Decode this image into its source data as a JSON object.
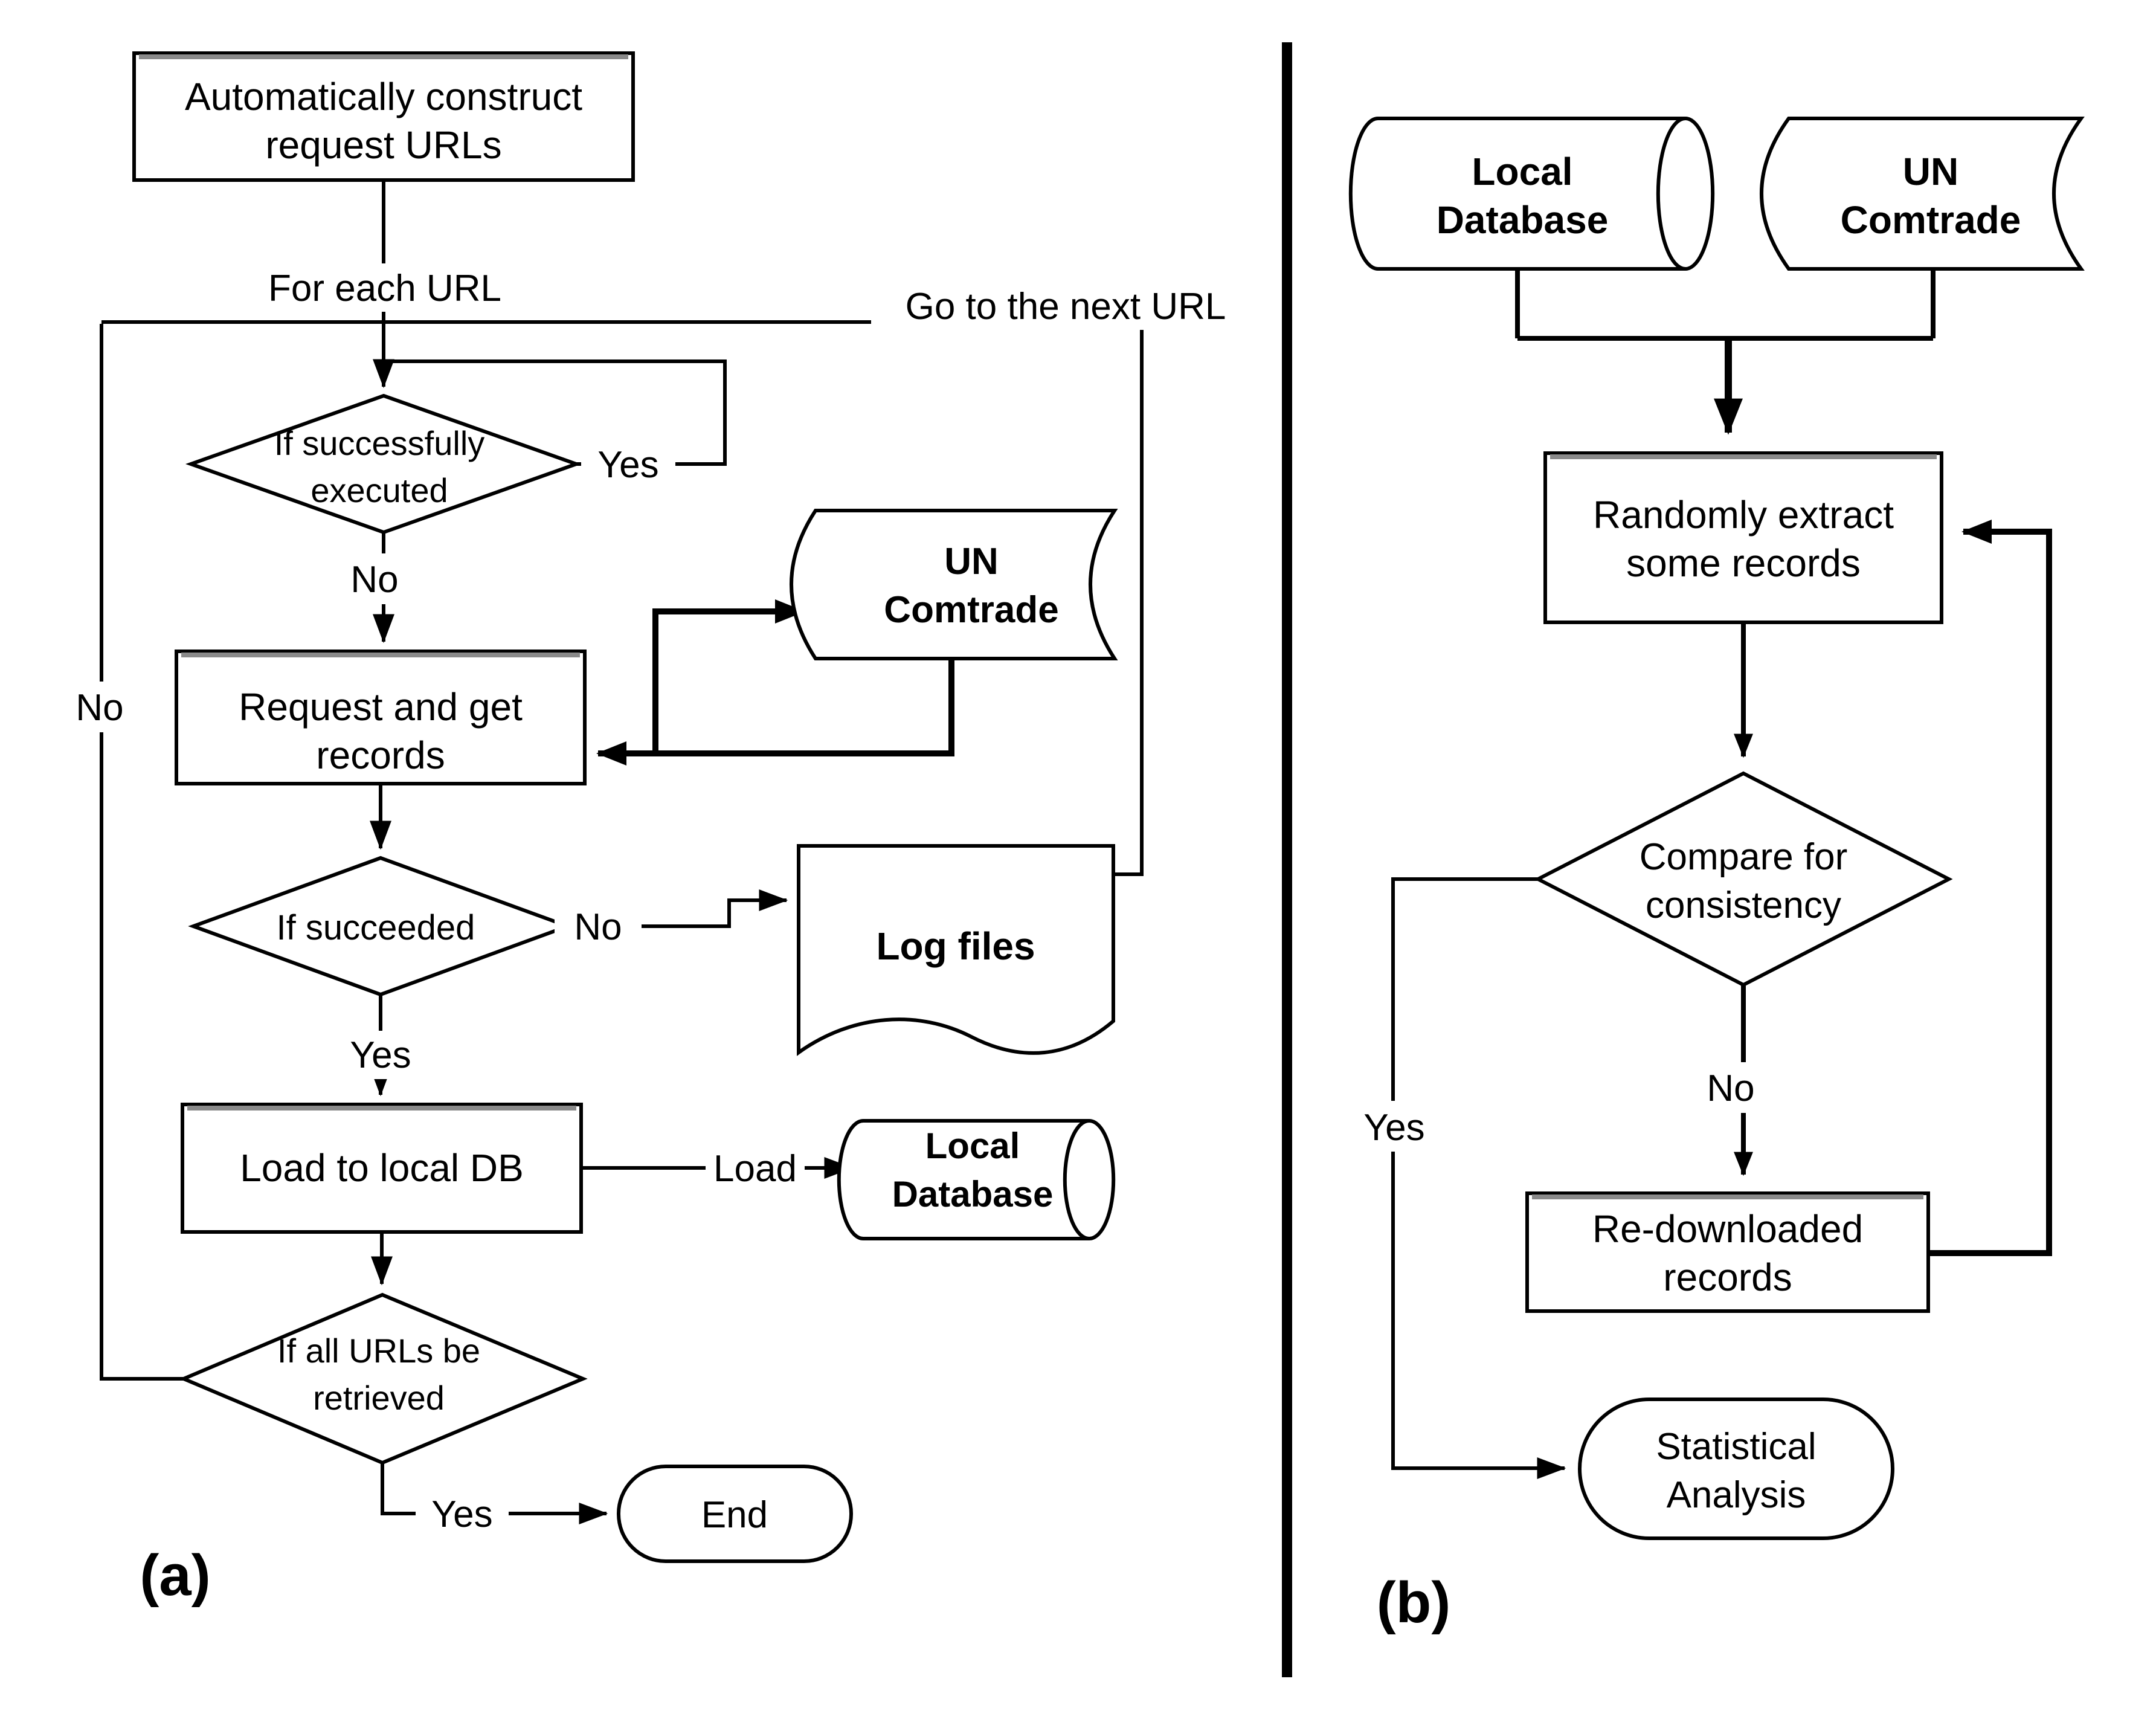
{
  "figure": {
    "type": "flowchart",
    "colors": {
      "ink": "#000000",
      "paper": "#ffffff",
      "shadow": "#8a8a8a"
    },
    "a": {
      "label": "(a)",
      "construct1": "Automatically construct",
      "construct2": "request URLs",
      "for_each": "For each URL",
      "go_next": "Go to the next URL",
      "if_exec1": "If successfully",
      "if_exec2": "executed",
      "yes_loop": "Yes",
      "no_down": "No",
      "req1": "Request and get",
      "req2": "records",
      "un1": "UN",
      "un2": "Comtrade",
      "if_succ": "If succeeded",
      "no_log": "No",
      "yes_down": "Yes",
      "log": "Log files",
      "load_box": "Load to local DB",
      "load_lbl": "Load",
      "ldb1": "Local",
      "ldb2": "Database",
      "all1": "If all URLs be",
      "all2": "retrieved",
      "no_loop": "No",
      "yes_end": "Yes",
      "end": "End"
    },
    "b": {
      "label": "(b)",
      "ldb1": "Local",
      "ldb2": "Database",
      "un1": "UN",
      "un2": "Comtrade",
      "rand1": "Randomly extract",
      "rand2": "some records",
      "cmp1": "Compare for",
      "cmp2": "consistency",
      "no_lbl": "No",
      "yes_lbl": "Yes",
      "re1": "Re-downloaded",
      "re2": "records",
      "sa1": "Statistical",
      "sa2": "Analysis"
    }
  }
}
